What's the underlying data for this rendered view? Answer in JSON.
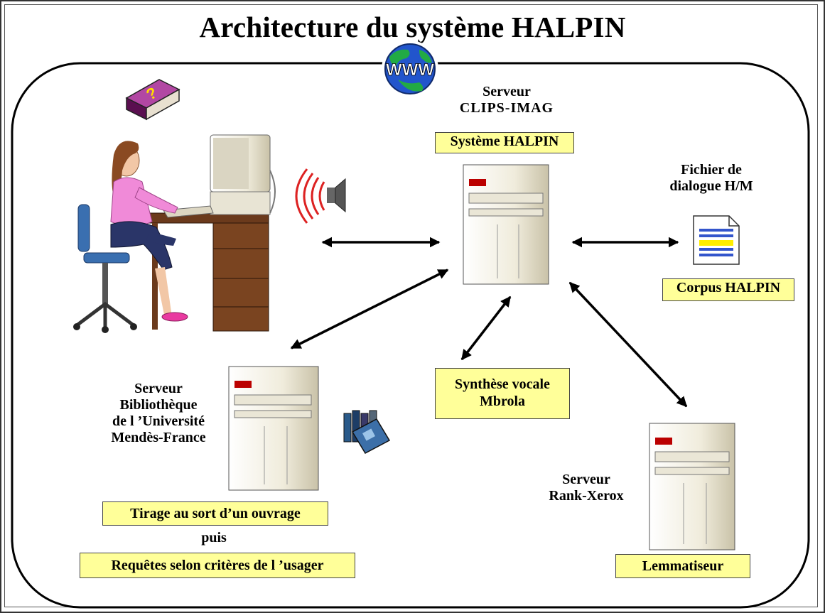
{
  "title": "Architecture du système HALPIN",
  "globe": {
    "label": "WWW",
    "icon": "globe-www-icon"
  },
  "nodes": {
    "clips": {
      "line1": "Serveur",
      "line2": "CLIPS-IMAG",
      "box": "Système HALPIN"
    },
    "fichier": {
      "line1": "Fichier de",
      "line2": "dialogue H/M",
      "box": "Corpus HALPIN"
    },
    "bibliotheque": {
      "line1": "Serveur",
      "line2": "Bibliothèque",
      "line3": "de l ’Université",
      "line4": "Mendès-France",
      "box1": "Tirage au sort d’un ouvrage",
      "connector": "puis",
      "box2": "Requêtes selon critères de l ’usager"
    },
    "synthese": {
      "line1": "Synthèse vocale",
      "line2": "Mbrola"
    },
    "xerox": {
      "line1": "Serveur",
      "line2": "Rank-Xerox",
      "box": "Lemmatiseur"
    }
  },
  "colors": {
    "box_fill": "#ffff99",
    "book_purple": "#8b1a78",
    "speaker_red": "#dd2222",
    "globe_blue": "#2255cc",
    "globe_green": "#22aa44"
  }
}
